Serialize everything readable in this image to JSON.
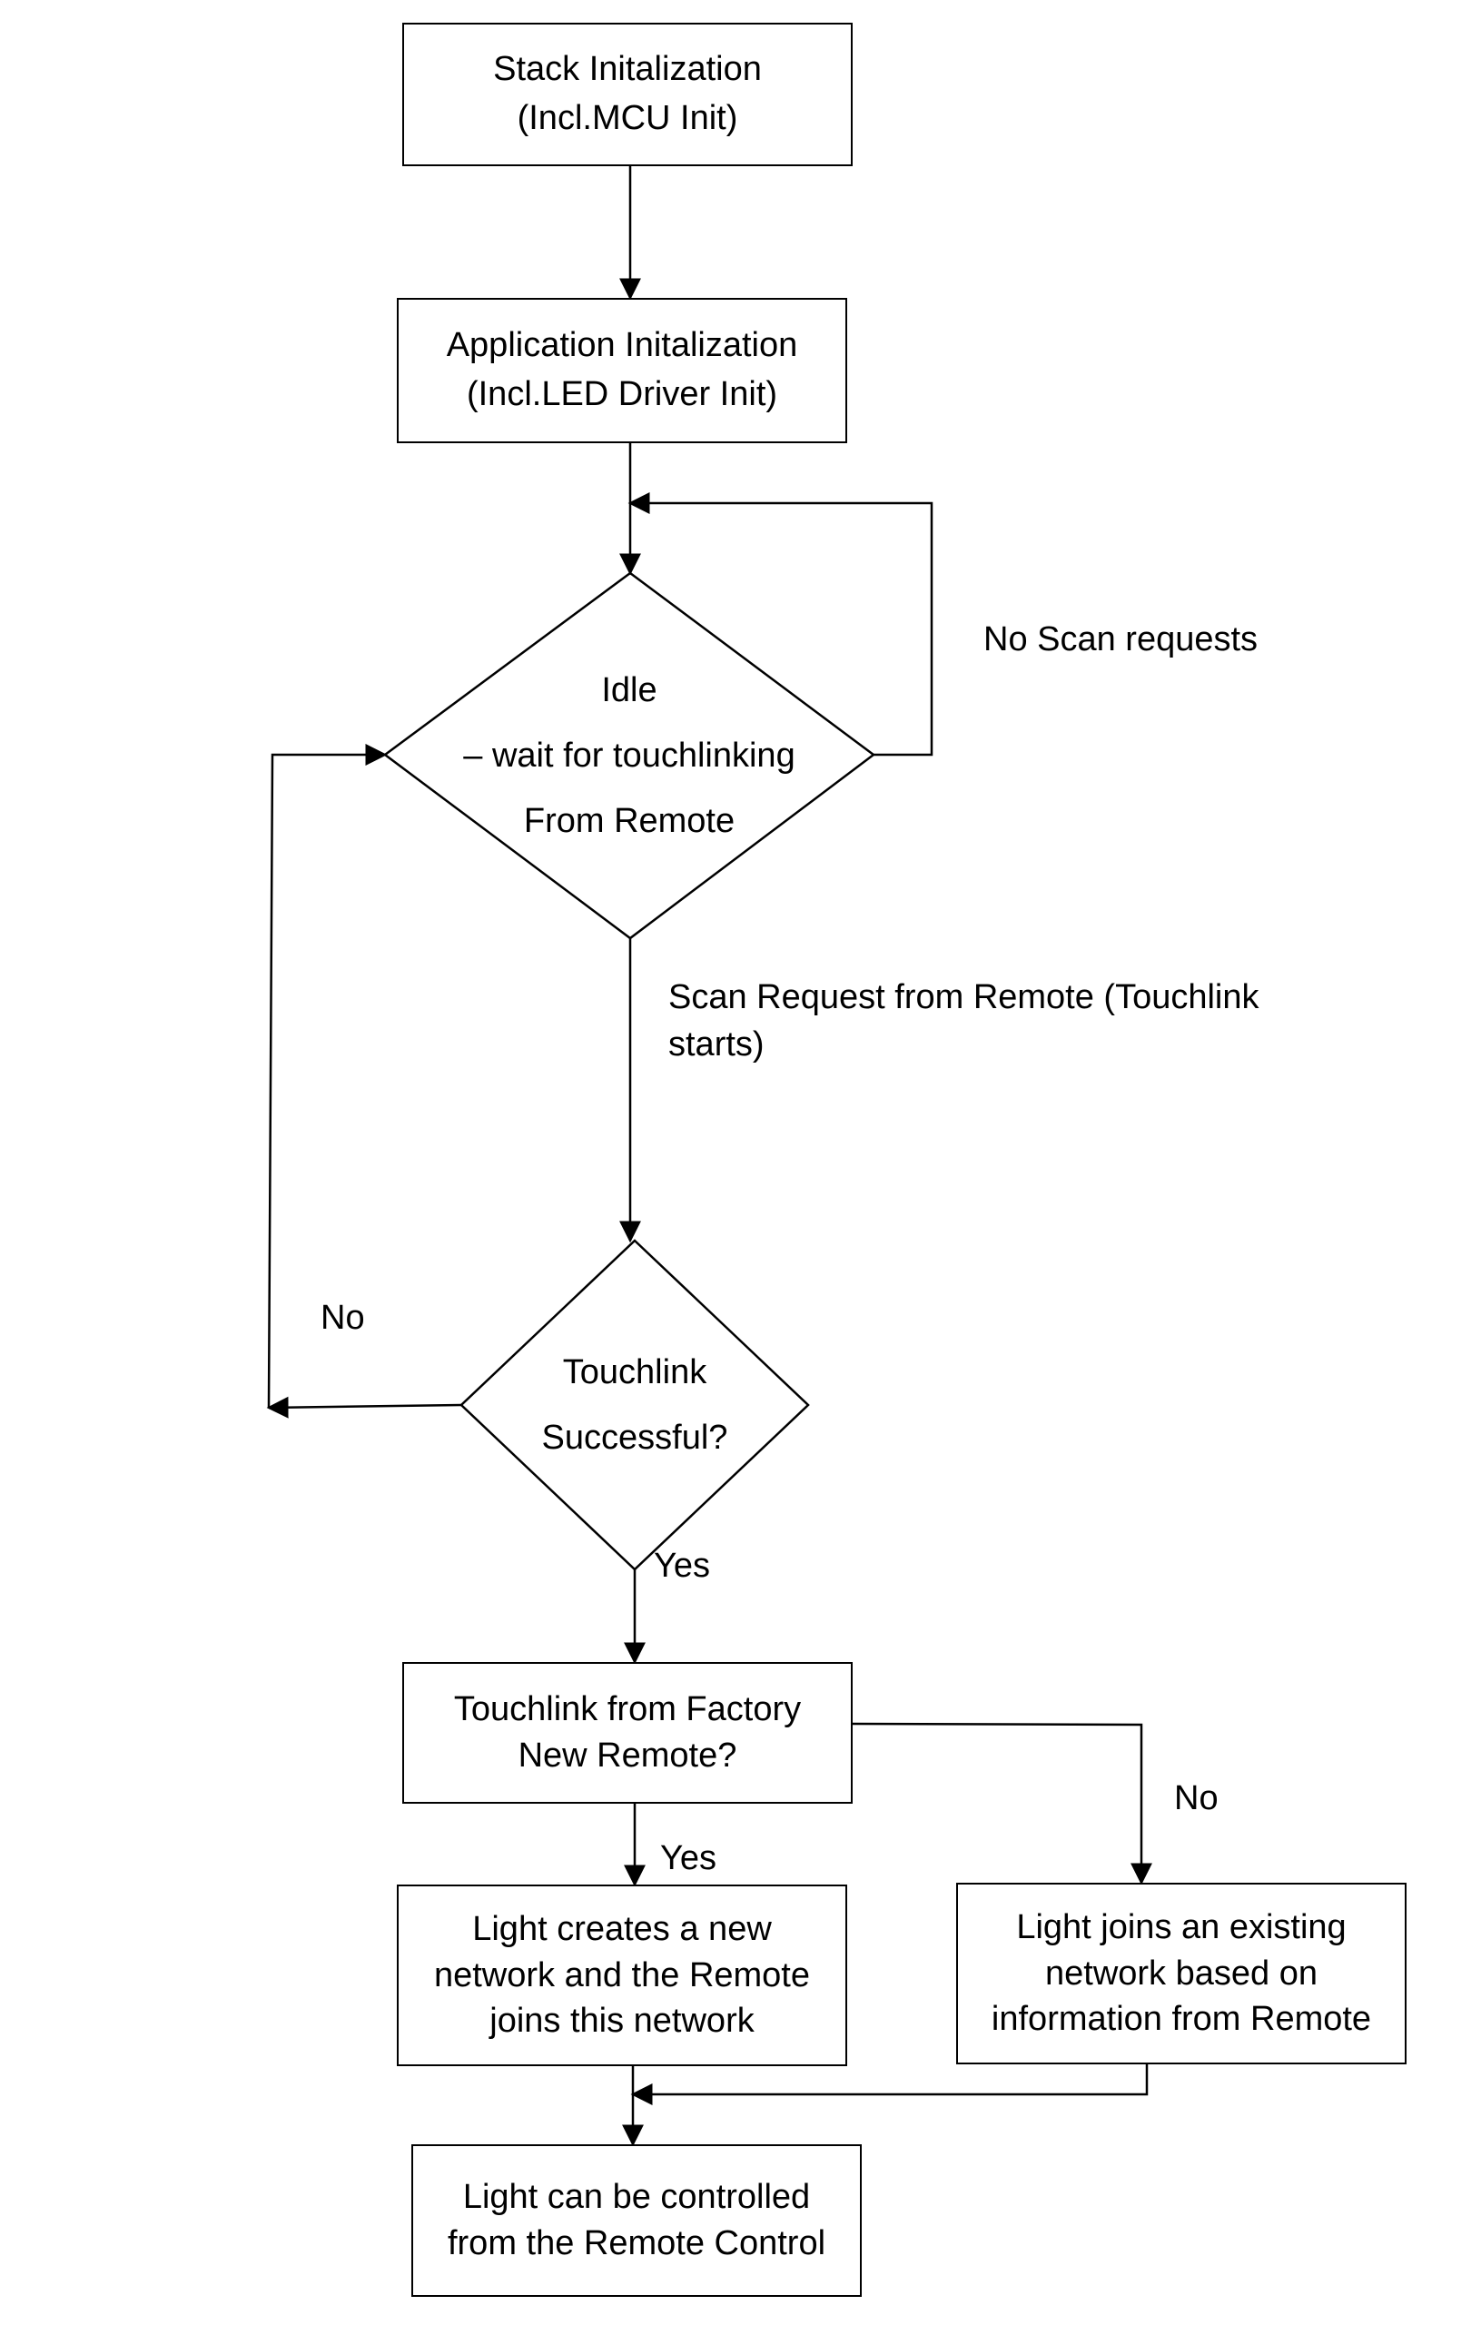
{
  "nodes": {
    "stack_init": {
      "lines": [
        "Stack Initalization",
        "(Incl.MCU Init)"
      ]
    },
    "app_init": {
      "lines": [
        "Application Initalization",
        "(Incl.LED Driver Init)"
      ]
    },
    "idle": {
      "lines": [
        "Idle",
        "– wait for touchlinking",
        "From Remote"
      ]
    },
    "touchlink_success": {
      "lines": [
        "Touchlink",
        "Successful?"
      ]
    },
    "factory_new": {
      "lines": [
        "Touchlink from Factory",
        "New Remote?"
      ]
    },
    "create_network": {
      "lines": [
        "Light creates a new",
        "network and the Remote",
        "joins this network"
      ]
    },
    "join_network": {
      "lines": [
        "Light joins an existing",
        "network based on",
        "information from Remote"
      ]
    },
    "controlled": {
      "lines": [
        "Light can be controlled",
        "from the Remote Control"
      ]
    }
  },
  "edge_labels": {
    "no_scan": "No Scan requests",
    "scan_request": [
      "Scan Request from Remote (Touchlink",
      "starts)"
    ],
    "touchlink_no": "No",
    "touchlink_yes": "Yes",
    "factory_yes": "Yes",
    "factory_no": "No"
  }
}
